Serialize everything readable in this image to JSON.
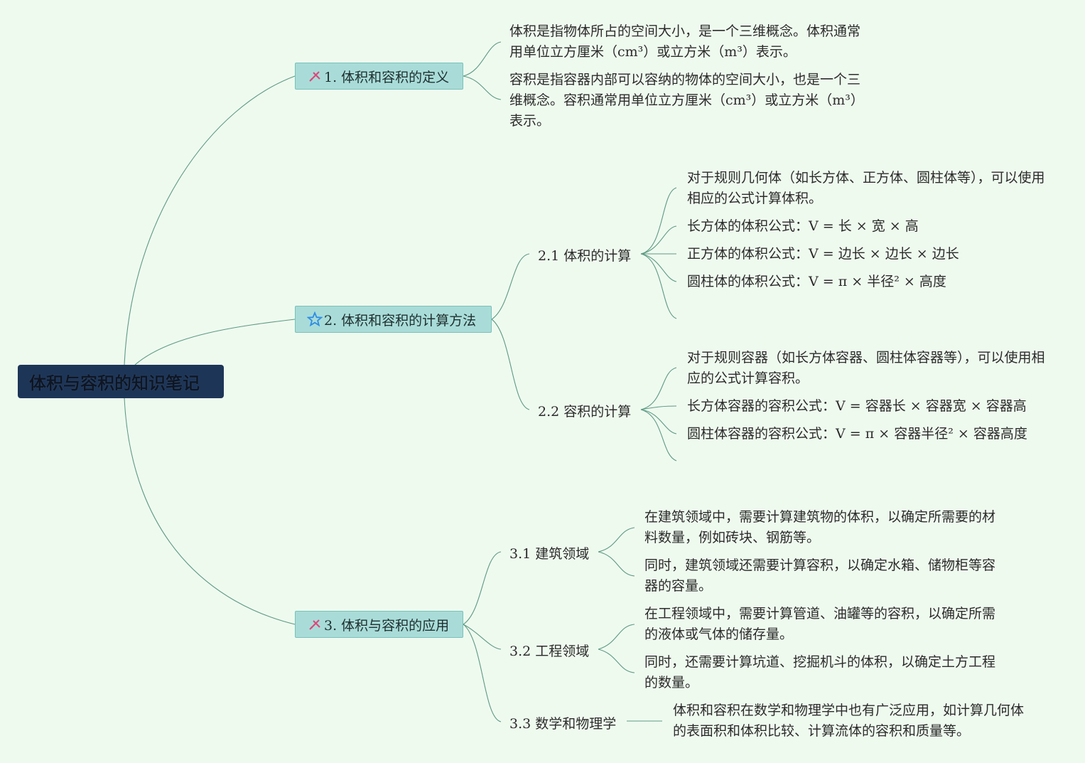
{
  "root": {
    "title": "体积与容积的知识笔记"
  },
  "branches": [
    {
      "label": "1. 体积和容积的定义",
      "icon": "pencil-ruler-icon",
      "leaves": [
        "体积是指物体所占的空间大小，是一个三维概念。体积通常用单位立方厘米（cm³）或立方米（m³）表示。",
        "容积是指容器内部可以容纳的物体的空间大小，也是一个三维概念。容积通常用单位立方厘米（cm³）或立方米（m³）表示。"
      ]
    },
    {
      "label": "2. 体积和容积的计算方法",
      "icon": "star-icon",
      "subs": [
        {
          "label": "2.1 体积的计算",
          "leaves": [
            "对于规则几何体（如长方体、正方体、圆柱体等），可以使用相应的公式计算体积。",
            "长方体的体积公式：V = 长 × 宽 × 高",
            "正方体的体积公式：V = 边长 × 边长 × 边长",
            "圆柱体的体积公式：V = π × 半径² × 高度"
          ]
        },
        {
          "label": "2.2 容积的计算",
          "leaves": [
            "对于规则容器（如长方体容器、圆柱体容器等），可以使用相应的公式计算容积。",
            "长方体容器的容积公式：V = 容器长 × 容器宽 × 容器高",
            "圆柱体容器的容积公式：V = π × 容器半径² × 容器高度"
          ]
        }
      ]
    },
    {
      "label": "3. 体积与容积的应用",
      "icon": "pencil-ruler-icon",
      "subs": [
        {
          "label": "3.1 建筑领域",
          "leaves": [
            "在建筑领域中，需要计算建筑物的体积，以确定所需要的材料数量，例如砖块、钢筋等。",
            "同时，建筑领域还需要计算容积，以确定水箱、储物柜等容器的容量。"
          ]
        },
        {
          "label": "3.2 工程领域",
          "leaves": [
            "在工程领域中，需要计算管道、油罐等的容积，以确定所需的液体或气体的储存量。",
            "同时，还需要计算坑道、挖掘机斗的体积，以确定土方工程的数量。"
          ]
        },
        {
          "label": "3.3 数学和物理学",
          "leaves": [
            "体积和容积在数学和物理学中也有广泛应用，如计算几何体的表面积和体积比较、计算流体的容积和质量等。"
          ]
        }
      ]
    }
  ],
  "colors": {
    "background": "#effaef",
    "root": "#1d3557",
    "branch": "#a9dcd8",
    "line": "#5c9a84",
    "icon_pink": "#e0457b",
    "icon_blue": "#2f8de4"
  }
}
